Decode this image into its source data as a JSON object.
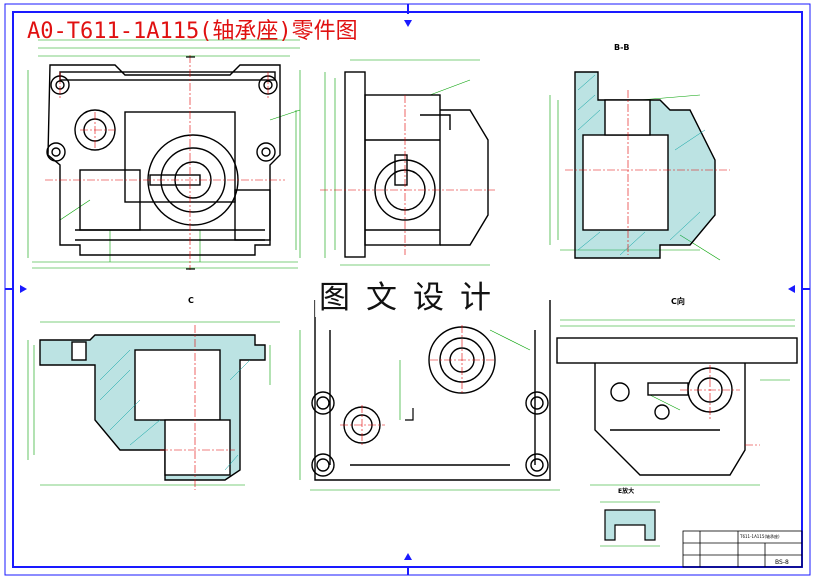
{
  "title": "A0-T611-1A115(轴承座)零件图",
  "watermark": "图文设计",
  "view_labels": {
    "section_bb": "B-B",
    "view_c": "C",
    "view_cc": "C向",
    "detail": "E放大"
  },
  "title_block": {
    "part_name": "T611-1A115(轴承座)",
    "drawing_code": "BS-8"
  },
  "colors": {
    "frame": "#1a1aff",
    "outline": "#000000",
    "centerline": "#e00000",
    "dimension": "#00a000",
    "hatch": "#00a0a0",
    "title": "#e01010"
  }
}
